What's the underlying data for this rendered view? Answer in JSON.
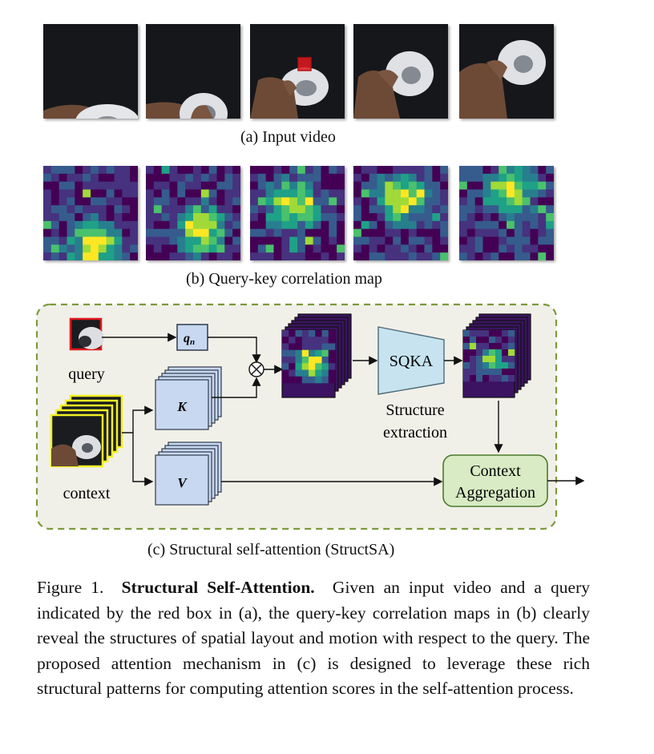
{
  "panel_a": {
    "caption": "(a) Input video"
  },
  "panel_b": {
    "caption": "(b) Query-key correlation map"
  },
  "panel_c": {
    "caption": "(c) Structural self-attention (StructSA)",
    "query_label": "query",
    "context_label": "context",
    "q_label": "q",
    "q_sub": "n",
    "k_label": "K",
    "v_label": "V",
    "multiply_symbol": "⊗",
    "sqka_label": "SQKA",
    "structure_label_1": "Structure",
    "structure_label_2": "extraction",
    "context_agg_1": "Context",
    "context_agg_2": "Aggregation"
  },
  "figure_caption": {
    "prefix": "Figure 1.",
    "title": "Structural Self-Attention.",
    "body": "Given an input video and a query indicated by the red box in (a), the query-key correlation maps in (b) clearly reveal the structures of spatial layout and motion with respect to the query. The proposed attention mechanism in (c) is designed to leverage these rich structural patterns for computing attention scores in the self-attention process."
  },
  "colors": {
    "viridis_dark": "#440154",
    "viridis_mid": "#21918c",
    "viridis_yellow": "#fde725",
    "query_box_red": "#e0191f",
    "k_v_box_fill": "#c7d8f0",
    "k_v_box_stroke": "#2f3a4a",
    "sqka_fill": "#c6e3ef",
    "context_agg_fill": "#d8ebc4",
    "context_agg_stroke": "#4d7a2c",
    "panel_bg": "#f1f0e8",
    "panel_border": "#7c9a3c",
    "context_frame_border": "#f2ef25"
  }
}
